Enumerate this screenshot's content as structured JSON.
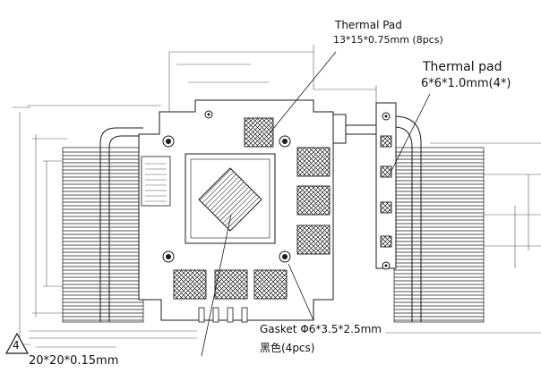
{
  "callouts": {
    "thermal_pad_top": {
      "title": "Thermal Pad",
      "spec": "13*15*0.75mm (8pcs)"
    },
    "thermal_pad_right": {
      "title": "Thermal pad",
      "spec": "6*6*1.0mm(4*)"
    },
    "gasket": {
      "line1": "Gasket  Φ6*3.5*2.5mm",
      "line2": "黑色(4pcs)"
    },
    "item_four": {
      "number": "4",
      "spec": "20*20*0.15mm"
    }
  },
  "colors": {
    "line": "#1a1a1a",
    "dim": "#555555",
    "pad_fill": "#bdbdbd"
  }
}
